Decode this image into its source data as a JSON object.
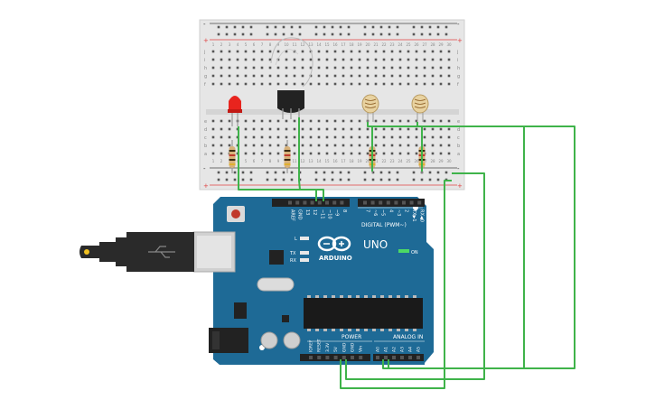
{
  "board": {
    "brand_text": "ARDUINO",
    "model_text": "UNO",
    "digital_header_text": "DIGITAL (PWM~)",
    "power_header_text": "POWER",
    "analog_header_text": "ANALOG IN",
    "on_led_text": "ON",
    "tx_text": "TX",
    "rx_text": "RX",
    "l_text": "L",
    "top_pins": [
      "AREF",
      "GND",
      "13",
      "12",
      "~11",
      "~10",
      "~9",
      "8",
      "7",
      "~6",
      "~5",
      "4",
      "~3",
      "2",
      "TX▶1",
      "RX◀0"
    ],
    "power_pins": [
      "IOREF",
      "RESET",
      "3.3V",
      "5V",
      "GND",
      "GND",
      "Vin"
    ],
    "analog_pins": [
      "A0",
      "A1",
      "A2",
      "A3",
      "A4",
      "A5"
    ]
  },
  "breadboard": {
    "row_letters_top": [
      "j",
      "i",
      "h",
      "g",
      "f"
    ],
    "row_letters_bottom": [
      "e",
      "d",
      "c",
      "b",
      "a"
    ],
    "rail_plus": "+",
    "rail_minus": "-",
    "column_numbers": [
      "1",
      "2",
      "3",
      "4",
      "5",
      "6",
      "7",
      "8",
      "9",
      "10",
      "11",
      "12",
      "13",
      "14",
      "15",
      "16",
      "17",
      "18",
      "19",
      "20",
      "21",
      "22",
      "23",
      "24",
      "25",
      "26",
      "27",
      "28",
      "29",
      "30"
    ]
  },
  "components": {
    "led": "red-led",
    "temp_sensor": "temperature-sensor",
    "photoresistors": [
      "photoresistor-1",
      "photoresistor-2"
    ],
    "resistors": [
      "resistor-1",
      "resistor-2",
      "resistor-3",
      "resistor-4"
    ]
  },
  "colors": {
    "wire": "#3fb34a",
    "board": "#1e6a96",
    "rail_red": "#e04040",
    "led": "#e8241e"
  }
}
